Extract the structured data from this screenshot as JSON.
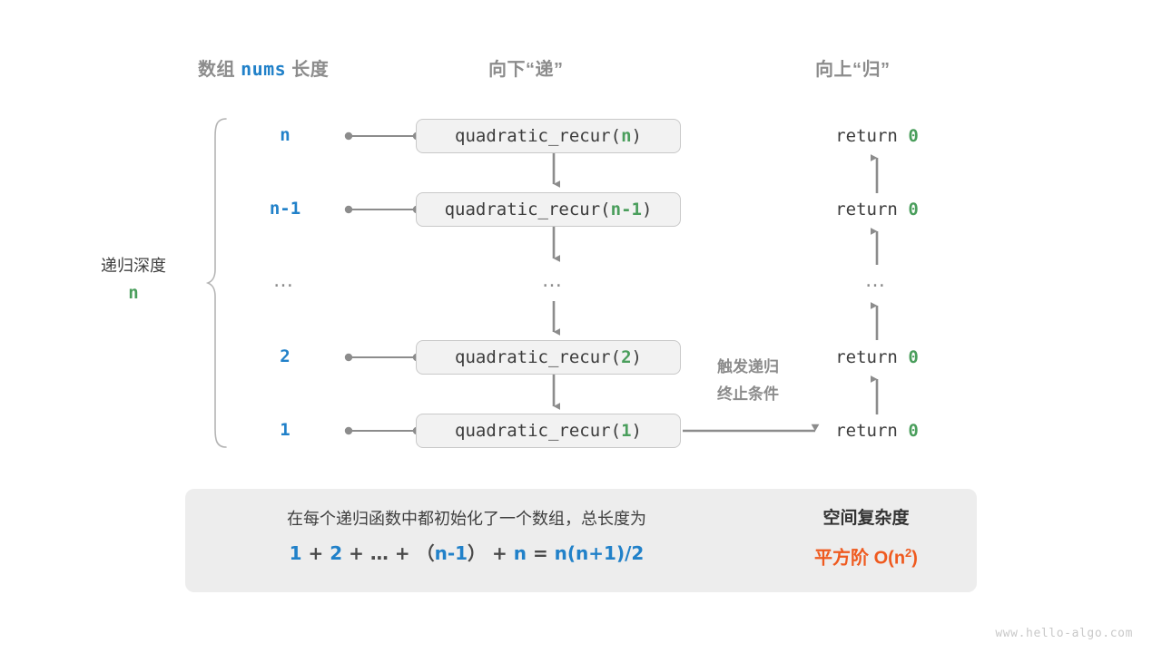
{
  "headers": {
    "left_prefix": "数组 ",
    "left_code": "nums",
    "left_suffix": " 长度",
    "middle": "向下“递”",
    "right": "向上“归”"
  },
  "depth": {
    "label": "递归深度",
    "value": "n"
  },
  "rows": [
    {
      "length": "n",
      "call_name": "quadratic_recur(",
      "call_arg": "n",
      "call_close": ")",
      "return_text": "return ",
      "return_value": "0"
    },
    {
      "length": "n-1",
      "call_name": "quadratic_recur(",
      "call_arg": "n-1",
      "call_close": ")",
      "return_text": "return ",
      "return_value": "0"
    },
    {
      "length": "…",
      "call_name": "…",
      "call_arg": "",
      "call_close": "",
      "return_text": "…",
      "return_value": ""
    },
    {
      "length": "2",
      "call_name": "quadratic_recur(",
      "call_arg": "2",
      "call_close": ")",
      "return_text": "return ",
      "return_value": "0"
    },
    {
      "length": "1",
      "call_name": "quadratic_recur(",
      "call_arg": "1",
      "call_close": ")",
      "return_text": "return ",
      "return_value": "0"
    }
  ],
  "side_note": {
    "line1": "触发递归",
    "line2": "终止条件"
  },
  "summary": {
    "line1": "在每个递归函数中都初始化了一个数组，总长度为",
    "formula": {
      "t1": "1",
      "op1": " + ",
      "t2": "2",
      "op2": " + ",
      "t3": "…",
      "op3": " + （",
      "t4": "n-1",
      "op4": "） + ",
      "t5": "n",
      "op5": " = ",
      "t6": "n(n+1)/2"
    },
    "right_title": "空间复杂度",
    "right_value_prefix": "平方阶  O(n",
    "right_value_sup": "2",
    "right_value_suffix": ")"
  },
  "watermark": "www.hello-algo.com",
  "colors": {
    "blue": "#2181c9",
    "green": "#4a9e5c",
    "orange": "#ef5a1f",
    "gray_line": "#8c8c8c",
    "box_fill": "#f2f2f2",
    "box_border": "#c9c9c9",
    "panel_fill": "#ededed"
  }
}
